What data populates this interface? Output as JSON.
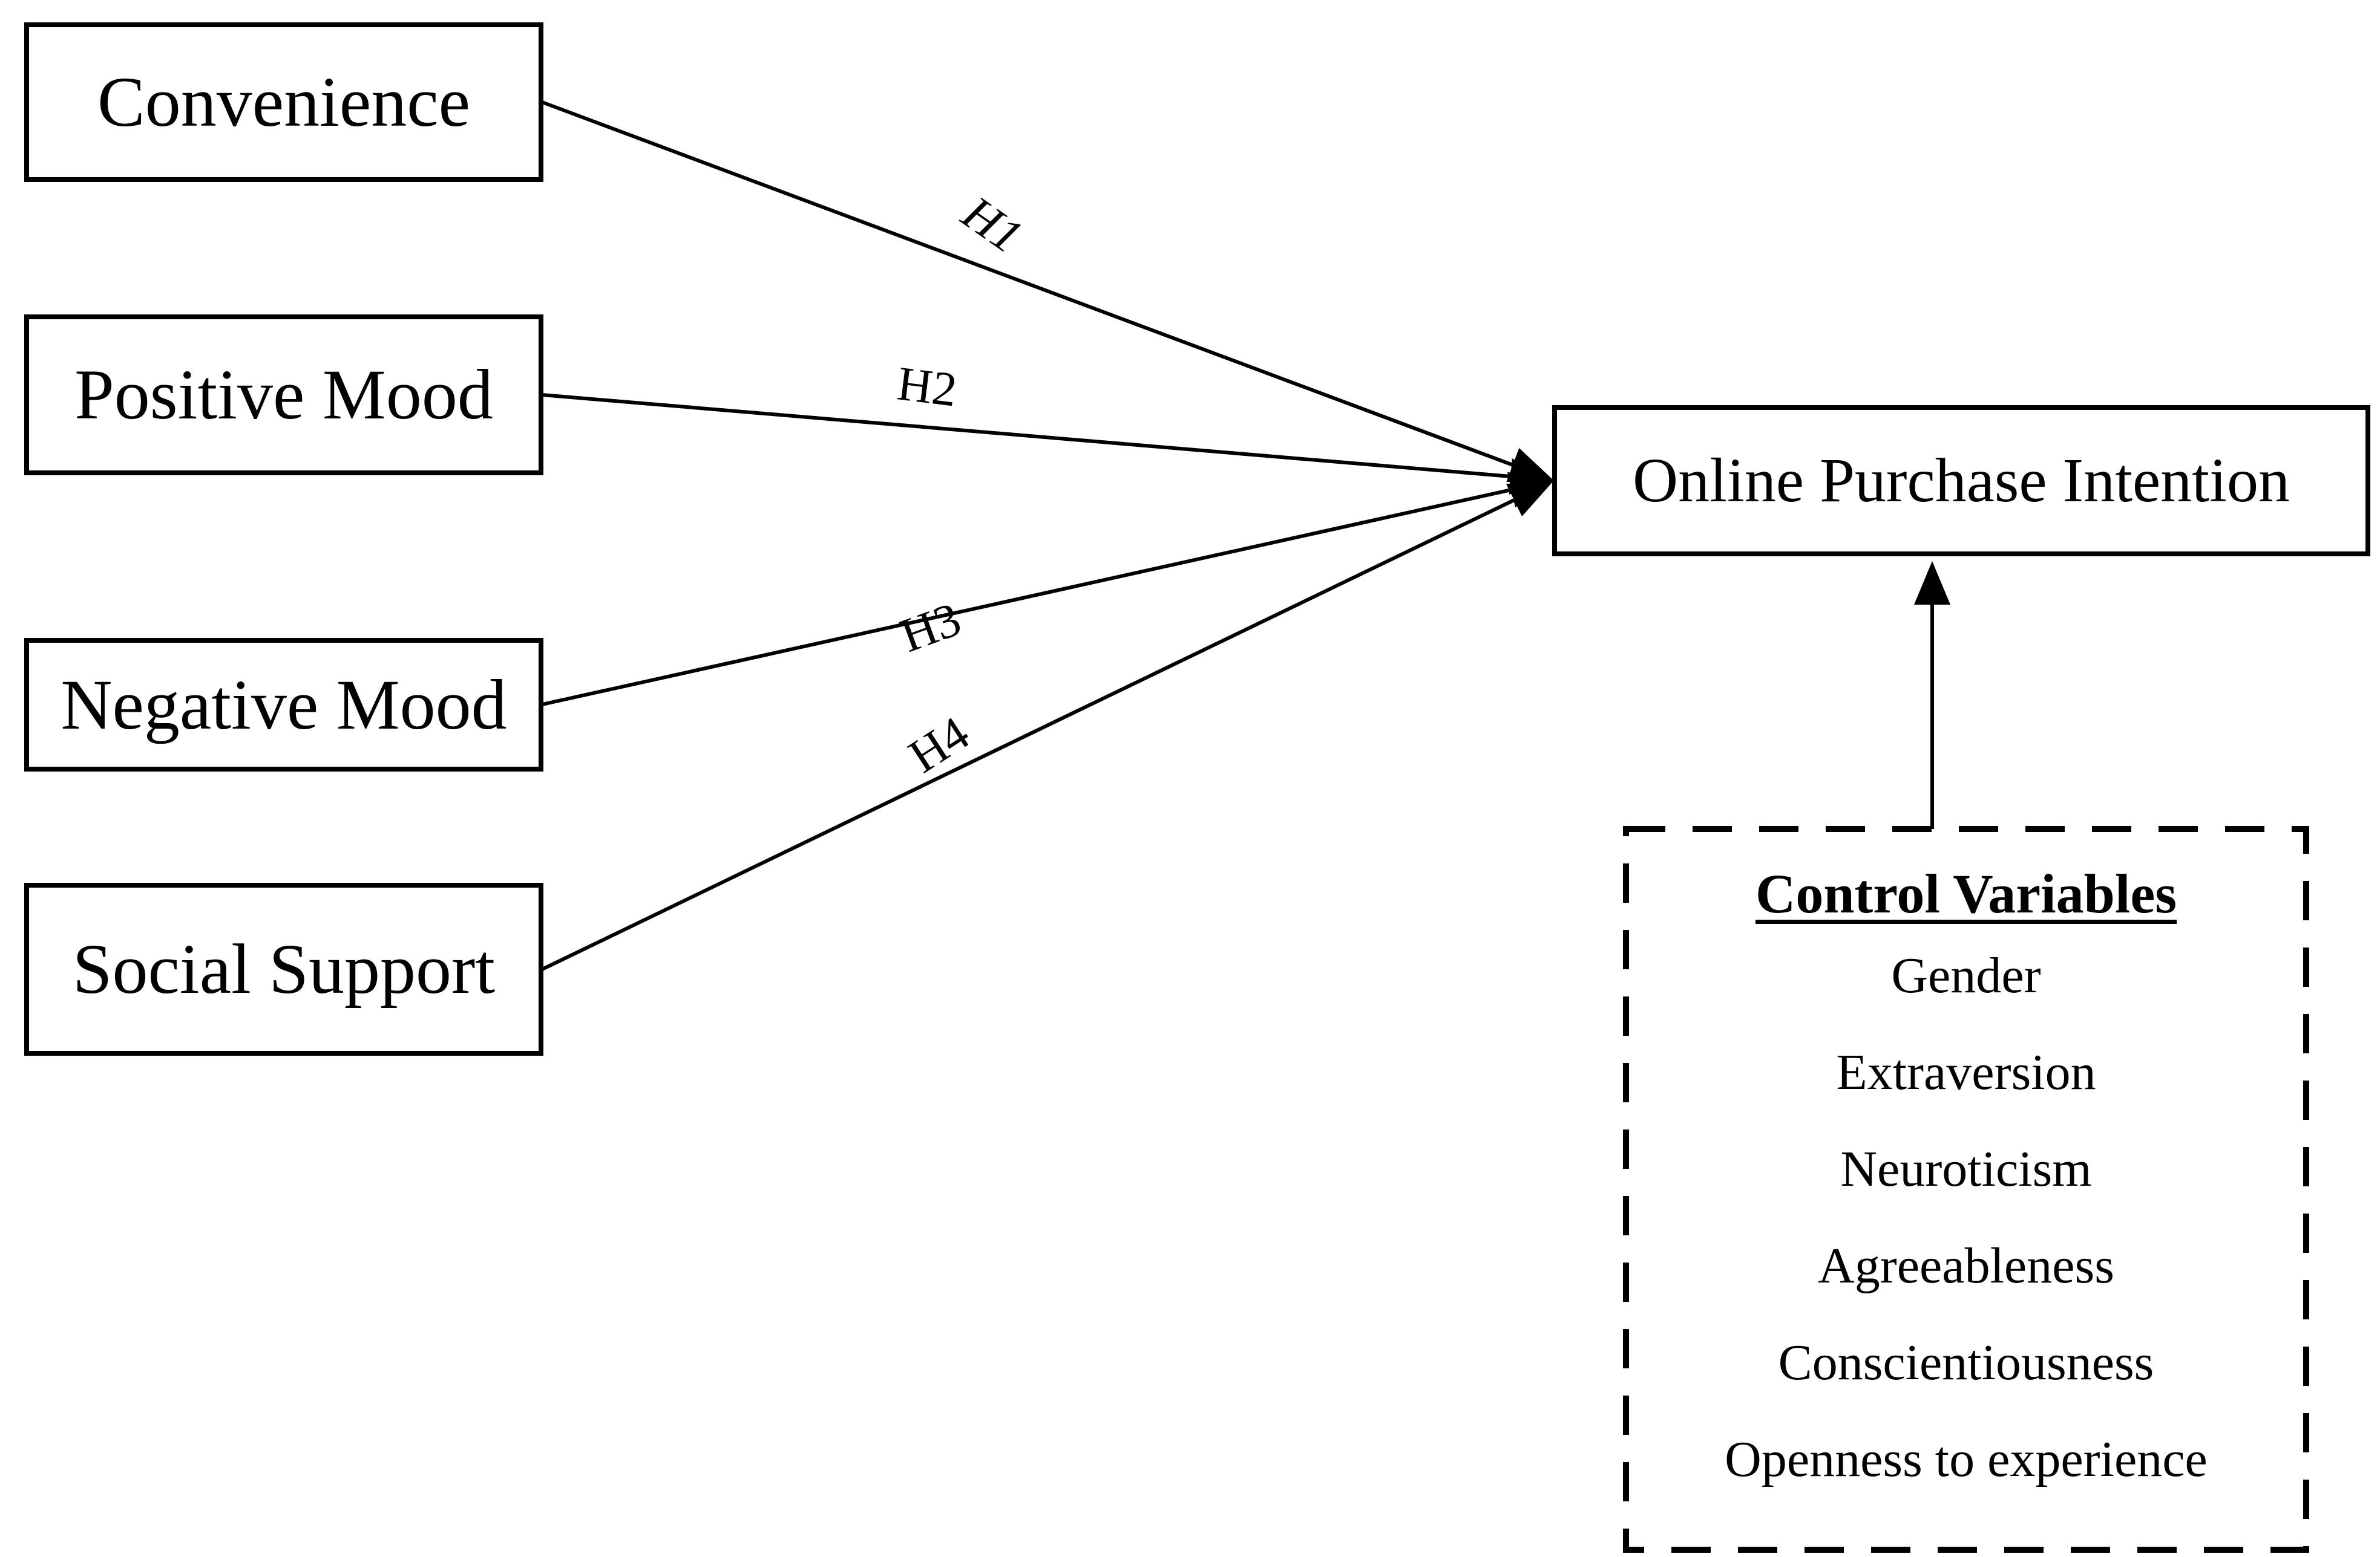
{
  "diagram": {
    "predictors": [
      {
        "label": "Convenience",
        "hypothesis": "H1"
      },
      {
        "label": "Positive Mood",
        "hypothesis": "H2"
      },
      {
        "label": "Negative Mood",
        "hypothesis": "H3"
      },
      {
        "label": "Social Support",
        "hypothesis": "H4"
      }
    ],
    "outcome": {
      "label": "Online Purchase Intention"
    },
    "controls": {
      "title": "Control Variables",
      "items": [
        "Gender",
        "Extraversion",
        "Neuroticism",
        "Agreeableness",
        "Conscientiousness",
        "Openness to experience"
      ]
    },
    "colors": {
      "background": "#ffffff",
      "ink": "#000000"
    }
  }
}
